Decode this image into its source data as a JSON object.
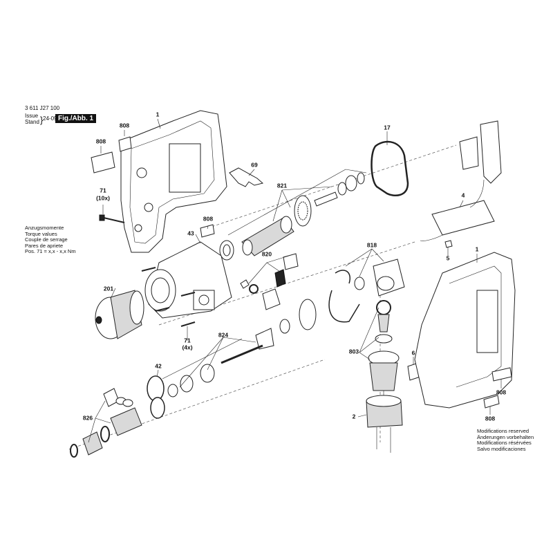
{
  "header": {
    "part_number": "3 611 J27 100",
    "issue_label_1": "Issue",
    "issue_label_2": "Stand",
    "issue_date": "24-09-11",
    "figure_tag": "Fig./Abb. 1"
  },
  "torque_note": {
    "line1": "Anzugsmomente",
    "line2": "Torque values",
    "line3": "Couple de serrage",
    "line4": "Pares de apriete",
    "line5": "Pos.   71 = x,x - x,x Nm"
  },
  "modifications_note": {
    "line1": "Modifications reserved",
    "line2": "Änderungen vorbehalten",
    "line3": "Modifications résérvées",
    "line4": "Salvo modificaciones"
  },
  "callouts": {
    "c1_top": "1",
    "c808_a": "808",
    "c808_b": "808",
    "c71_top": "71",
    "c71_top_qty": "(10x)",
    "c69": "69",
    "c821": "821",
    "c17": "17",
    "c4": "4",
    "c5": "5",
    "c808_c": "808",
    "c43": "43",
    "c820": "820",
    "c818": "818",
    "c1_right": "1",
    "c201": "201",
    "c71_bottom": "71",
    "c71_bottom_qty": "(4x)",
    "c824": "824",
    "c803": "803",
    "c6": "6",
    "c42": "42",
    "c826": "826",
    "c2": "2",
    "c808_d": "808",
    "c808_e": "808"
  }
}
